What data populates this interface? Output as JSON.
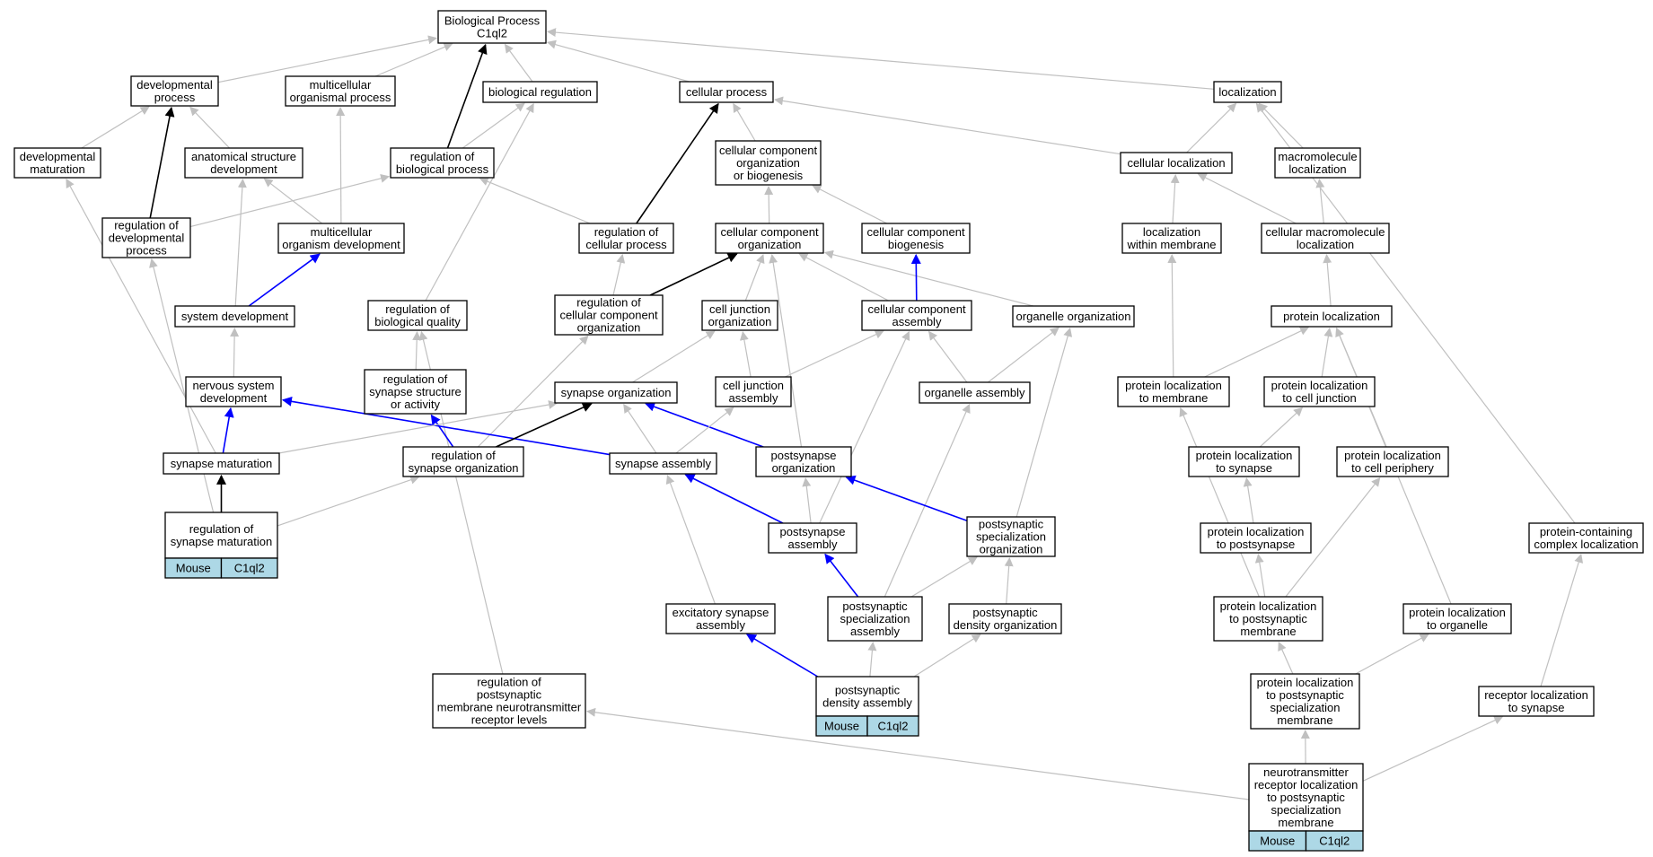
{
  "colors": {
    "gray_edge": "#c0c0c0",
    "black_edge": "#000000",
    "blue_edge": "#0000ff",
    "annotation_fill": "#add8e6",
    "node_fill": "#ffffff"
  },
  "nodes": [
    {
      "id": "bp",
      "lines": [
        "Biological Process",
        "C1ql2"
      ]
    },
    {
      "id": "dev",
      "lines": [
        "developmental",
        "process"
      ]
    },
    {
      "id": "multiproc",
      "lines": [
        "multicellular",
        "organismal process"
      ]
    },
    {
      "id": "bioreg",
      "lines": [
        "biological regulation"
      ]
    },
    {
      "id": "cellproc",
      "lines": [
        "cellular process"
      ]
    },
    {
      "id": "loc",
      "lines": [
        "localization"
      ]
    },
    {
      "id": "devmat",
      "lines": [
        "developmental",
        "maturation"
      ]
    },
    {
      "id": "anat",
      "lines": [
        "anatomical structure",
        "development"
      ]
    },
    {
      "id": "regbio",
      "lines": [
        "regulation of",
        "biological process"
      ]
    },
    {
      "id": "ccob",
      "lines": [
        "cellular component",
        "organization",
        "or biogenesis"
      ]
    },
    {
      "id": "cellloc",
      "lines": [
        "cellular localization"
      ]
    },
    {
      "id": "macroloc",
      "lines": [
        "macromolecule",
        "localization"
      ]
    },
    {
      "id": "regdev",
      "lines": [
        "regulation of",
        "developmental",
        "process"
      ]
    },
    {
      "id": "multidev",
      "lines": [
        "multicellular",
        "organism development"
      ]
    },
    {
      "id": "regcell",
      "lines": [
        "regulation of",
        "cellular process"
      ]
    },
    {
      "id": "cco",
      "lines": [
        "cellular component",
        "organization"
      ]
    },
    {
      "id": "ccb",
      "lines": [
        "cellular component",
        "biogenesis"
      ]
    },
    {
      "id": "locmem",
      "lines": [
        "localization",
        "within membrane"
      ]
    },
    {
      "id": "cmacloc",
      "lines": [
        "cellular macromolecule",
        "localization"
      ]
    },
    {
      "id": "sysdev",
      "lines": [
        "system development"
      ]
    },
    {
      "id": "regqual",
      "lines": [
        "regulation of",
        "biological quality"
      ]
    },
    {
      "id": "regcco",
      "lines": [
        "regulation of",
        "cellular component",
        "organization"
      ]
    },
    {
      "id": "cjo",
      "lines": [
        "cell junction",
        "organization"
      ]
    },
    {
      "id": "cca",
      "lines": [
        "cellular component",
        "assembly"
      ]
    },
    {
      "id": "orgorg",
      "lines": [
        "organelle organization"
      ]
    },
    {
      "id": "protloc",
      "lines": [
        "protein localization"
      ]
    },
    {
      "id": "nsdev",
      "lines": [
        "nervous system",
        "development"
      ]
    },
    {
      "id": "regsynstruct",
      "lines": [
        "regulation of",
        "synapse structure",
        "or activity"
      ]
    },
    {
      "id": "synorg",
      "lines": [
        "synapse organization"
      ]
    },
    {
      "id": "cja",
      "lines": [
        "cell junction",
        "assembly"
      ]
    },
    {
      "id": "orgasm",
      "lines": [
        "organelle assembly"
      ]
    },
    {
      "id": "plmem",
      "lines": [
        "protein localization",
        "to membrane"
      ]
    },
    {
      "id": "plcj",
      "lines": [
        "protein localization",
        "to cell junction"
      ]
    },
    {
      "id": "synmat",
      "lines": [
        "synapse maturation"
      ]
    },
    {
      "id": "regsynorg",
      "lines": [
        "regulation of",
        "synapse organization"
      ]
    },
    {
      "id": "synasm",
      "lines": [
        "synapse assembly"
      ]
    },
    {
      "id": "psorg",
      "lines": [
        "postsynapse",
        "organization"
      ]
    },
    {
      "id": "plsyn",
      "lines": [
        "protein localization",
        "to synapse"
      ]
    },
    {
      "id": "plperi",
      "lines": [
        "protein localization",
        "to cell periphery"
      ]
    },
    {
      "id": "regsynmat",
      "lines": [
        "regulation of",
        "synapse maturation"
      ],
      "annot": [
        "Mouse",
        "C1ql2"
      ]
    },
    {
      "id": "psasm",
      "lines": [
        "postsynapse",
        "assembly"
      ]
    },
    {
      "id": "pssorg",
      "lines": [
        "postsynaptic",
        "specialization",
        "organization"
      ]
    },
    {
      "id": "plps",
      "lines": [
        "protein localization",
        "to postsynapse"
      ]
    },
    {
      "id": "pcloc",
      "lines": [
        "protein-containing",
        "complex localization"
      ]
    },
    {
      "id": "excsyn",
      "lines": [
        "excitatory synapse",
        "assembly"
      ]
    },
    {
      "id": "pssasm",
      "lines": [
        "postsynaptic",
        "specialization",
        "assembly"
      ]
    },
    {
      "id": "psdorg",
      "lines": [
        "postsynaptic",
        "density organization"
      ]
    },
    {
      "id": "plpsmem",
      "lines": [
        "protein localization",
        "to postsynaptic",
        "membrane"
      ]
    },
    {
      "id": "plorg",
      "lines": [
        "protein localization",
        "to organelle"
      ]
    },
    {
      "id": "regpsm",
      "lines": [
        "regulation of",
        "postsynaptic",
        "membrane neurotransmitter",
        "receptor levels"
      ]
    },
    {
      "id": "psdasm",
      "lines": [
        "postsynaptic",
        "density assembly"
      ],
      "annot": [
        "Mouse",
        "C1ql2"
      ]
    },
    {
      "id": "plpssm",
      "lines": [
        "protein localization",
        "to postsynaptic",
        "specialization",
        "membrane"
      ]
    },
    {
      "id": "recloc",
      "lines": [
        "receptor localization",
        "to synapse"
      ]
    },
    {
      "id": "ntrl",
      "lines": [
        "neurotransmitter",
        "receptor localization",
        "to postsynaptic",
        "specialization",
        "membrane"
      ],
      "annot": [
        "Mouse",
        "C1ql2"
      ]
    }
  ],
  "edges": [
    {
      "from": "dev",
      "to": "bp",
      "color": "gray"
    },
    {
      "from": "multiproc",
      "to": "bp",
      "color": "gray"
    },
    {
      "from": "bioreg",
      "to": "bp",
      "color": "gray"
    },
    {
      "from": "cellproc",
      "to": "bp",
      "color": "gray"
    },
    {
      "from": "loc",
      "to": "bp",
      "color": "gray"
    },
    {
      "from": "regbio",
      "to": "bp",
      "color": "black"
    },
    {
      "from": "devmat",
      "to": "dev",
      "color": "gray"
    },
    {
      "from": "anat",
      "to": "dev",
      "color": "gray"
    },
    {
      "from": "regdev",
      "to": "dev",
      "color": "black"
    },
    {
      "from": "regbio",
      "to": "bioreg",
      "color": "gray"
    },
    {
      "from": "regqual",
      "to": "bioreg",
      "color": "gray"
    },
    {
      "from": "ccob",
      "to": "cellproc",
      "color": "gray"
    },
    {
      "from": "cellloc",
      "to": "cellproc",
      "color": "gray"
    },
    {
      "from": "regcell",
      "to": "cellproc",
      "color": "black"
    },
    {
      "from": "cellloc",
      "to": "loc",
      "color": "gray"
    },
    {
      "from": "macroloc",
      "to": "loc",
      "color": "gray"
    },
    {
      "from": "pcloc",
      "to": "loc",
      "color": "gray"
    },
    {
      "from": "multidev",
      "to": "multiproc",
      "color": "gray"
    },
    {
      "from": "multidev",
      "to": "anat",
      "color": "gray"
    },
    {
      "from": "sysdev",
      "to": "anat",
      "color": "gray"
    },
    {
      "from": "regdev",
      "to": "regbio",
      "color": "gray"
    },
    {
      "from": "regcell",
      "to": "regbio",
      "color": "gray"
    },
    {
      "from": "cco",
      "to": "ccob",
      "color": "gray"
    },
    {
      "from": "ccb",
      "to": "ccob",
      "color": "gray"
    },
    {
      "from": "locmem",
      "to": "cellloc",
      "color": "gray"
    },
    {
      "from": "cmacloc",
      "to": "cellloc",
      "color": "gray"
    },
    {
      "from": "cmacloc",
      "to": "macroloc",
      "color": "gray"
    },
    {
      "from": "sysdev",
      "to": "multidev",
      "color": "blue"
    },
    {
      "from": "regcco",
      "to": "regcell",
      "color": "gray"
    },
    {
      "from": "regcco",
      "to": "cco",
      "color": "black"
    },
    {
      "from": "cjo",
      "to": "cco",
      "color": "gray"
    },
    {
      "from": "cca",
      "to": "cco",
      "color": "gray"
    },
    {
      "from": "orgorg",
      "to": "cco",
      "color": "gray"
    },
    {
      "from": "psorg",
      "to": "cco",
      "color": "gray"
    },
    {
      "from": "cca",
      "to": "ccb",
      "color": "blue"
    },
    {
      "from": "plmem",
      "to": "locmem",
      "color": "gray"
    },
    {
      "from": "protloc",
      "to": "cmacloc",
      "color": "gray"
    },
    {
      "from": "nsdev",
      "to": "sysdev",
      "color": "gray"
    },
    {
      "from": "synmat",
      "to": "devmat",
      "color": "gray"
    },
    {
      "from": "regsynmat",
      "to": "regdev",
      "color": "gray"
    },
    {
      "from": "regsynstruct",
      "to": "regqual",
      "color": "gray"
    },
    {
      "from": "regpsm",
      "to": "regqual",
      "color": "gray"
    },
    {
      "from": "regsynorg",
      "to": "regcco",
      "color": "gray"
    },
    {
      "from": "synorg",
      "to": "cjo",
      "color": "gray"
    },
    {
      "from": "cja",
      "to": "cjo",
      "color": "gray"
    },
    {
      "from": "cja",
      "to": "cca",
      "color": "gray"
    },
    {
      "from": "orgasm",
      "to": "cca",
      "color": "gray"
    },
    {
      "from": "psasm",
      "to": "cca",
      "color": "gray"
    },
    {
      "from": "orgasm",
      "to": "orgorg",
      "color": "gray"
    },
    {
      "from": "pssorg",
      "to": "orgorg",
      "color": "gray"
    },
    {
      "from": "plmem",
      "to": "protloc",
      "color": "gray"
    },
    {
      "from": "plcj",
      "to": "protloc",
      "color": "gray"
    },
    {
      "from": "plperi",
      "to": "protloc",
      "color": "gray"
    },
    {
      "from": "plorg",
      "to": "protloc",
      "color": "gray"
    },
    {
      "from": "synmat",
      "to": "nsdev",
      "color": "blue"
    },
    {
      "from": "synasm",
      "to": "nsdev",
      "color": "blue"
    },
    {
      "from": "regsynorg",
      "to": "regsynstruct",
      "color": "blue"
    },
    {
      "from": "synmat",
      "to": "synorg",
      "color": "gray"
    },
    {
      "from": "regsynorg",
      "to": "synorg",
      "color": "black"
    },
    {
      "from": "synasm",
      "to": "synorg",
      "color": "gray"
    },
    {
      "from": "psorg",
      "to": "synorg",
      "color": "blue"
    },
    {
      "from": "synasm",
      "to": "cja",
      "color": "gray"
    },
    {
      "from": "pssasm",
      "to": "orgasm",
      "color": "gray"
    },
    {
      "from": "plpsmem",
      "to": "plmem",
      "color": "gray"
    },
    {
      "from": "plsyn",
      "to": "plcj",
      "color": "gray"
    },
    {
      "from": "regsynmat",
      "to": "synmat",
      "color": "black"
    },
    {
      "from": "regsynmat",
      "to": "regsynorg",
      "color": "gray"
    },
    {
      "from": "psasm",
      "to": "synasm",
      "color": "blue"
    },
    {
      "from": "excsyn",
      "to": "synasm",
      "color": "gray"
    },
    {
      "from": "psasm",
      "to": "psorg",
      "color": "gray"
    },
    {
      "from": "pssorg",
      "to": "psorg",
      "color": "blue"
    },
    {
      "from": "plps",
      "to": "plsyn",
      "color": "gray"
    },
    {
      "from": "plpsmem",
      "to": "plperi",
      "color": "gray"
    },
    {
      "from": "pssasm",
      "to": "psasm",
      "color": "blue"
    },
    {
      "from": "pssasm",
      "to": "pssorg",
      "color": "gray"
    },
    {
      "from": "psdorg",
      "to": "pssorg",
      "color": "gray"
    },
    {
      "from": "plpsmem",
      "to": "plps",
      "color": "gray"
    },
    {
      "from": "recloc",
      "to": "pcloc",
      "color": "gray"
    },
    {
      "from": "psdasm",
      "to": "excsyn",
      "color": "blue"
    },
    {
      "from": "psdasm",
      "to": "pssasm",
      "color": "gray"
    },
    {
      "from": "psdasm",
      "to": "psdorg",
      "color": "gray"
    },
    {
      "from": "plpssm",
      "to": "plpsmem",
      "color": "gray"
    },
    {
      "from": "plpssm",
      "to": "plorg",
      "color": "gray"
    },
    {
      "from": "ntrl",
      "to": "regpsm",
      "color": "gray"
    },
    {
      "from": "ntrl",
      "to": "plpssm",
      "color": "gray"
    },
    {
      "from": "ntrl",
      "to": "recloc",
      "color": "gray"
    }
  ]
}
